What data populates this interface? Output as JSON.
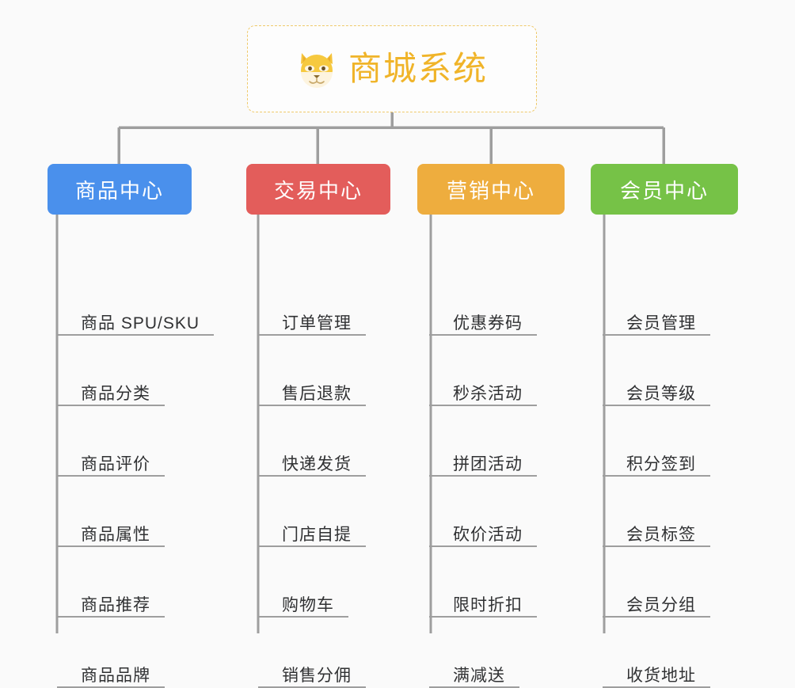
{
  "page": {
    "background_color": "#fafafa",
    "type": "mindmap"
  },
  "root": {
    "title": "商城系统",
    "icon": "shiba-dog-face-icon",
    "text_color": "#f0b429",
    "border_color": "#efc96a"
  },
  "branches": [
    {
      "id": "product-center",
      "label": "商品中心",
      "color": "#4a90ec",
      "items": [
        "商品 SPU/SKU",
        "商品分类",
        "商品评价",
        "商品属性",
        "商品推荐",
        "商品品牌"
      ]
    },
    {
      "id": "trade-center",
      "label": "交易中心",
      "color": "#e35d5b",
      "items": [
        "订单管理",
        "售后退款",
        "快递发货",
        "门店自提",
        "购物车",
        "销售分佣"
      ]
    },
    {
      "id": "marketing-center",
      "label": "营销中心",
      "color": "#eead3e",
      "items": [
        "优惠券码",
        "秒杀活动",
        "拼团活动",
        "砍价活动",
        "限时折扣",
        "满减送"
      ]
    },
    {
      "id": "member-center",
      "label": "会员中心",
      "color": "#76c247",
      "items": [
        "会员管理",
        "会员等级",
        "积分签到",
        "会员标签",
        "会员分组",
        "收货地址"
      ]
    }
  ]
}
